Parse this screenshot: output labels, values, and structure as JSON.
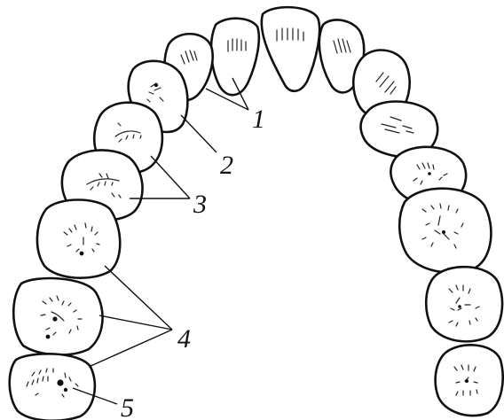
{
  "diagram": {
    "labels": [
      {
        "id": "1",
        "text": "1"
      },
      {
        "id": "2",
        "text": "2"
      },
      {
        "id": "3",
        "text": "3"
      },
      {
        "id": "4",
        "text": "4"
      },
      {
        "id": "5",
        "text": "5"
      }
    ]
  }
}
